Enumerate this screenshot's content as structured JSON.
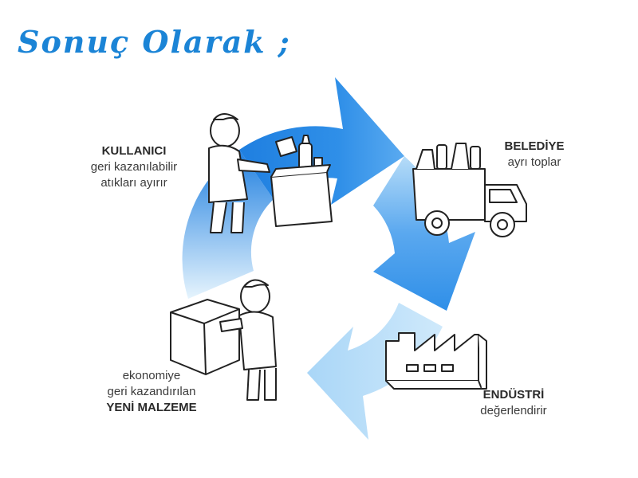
{
  "title": "Sonuç Olarak ;",
  "colors": {
    "title": "#1b84d6",
    "arrow_dark": "#1f7fe0",
    "arrow_mid": "#3d9bf0",
    "arrow_light": "#a9d6f7",
    "arrow_pale": "#cfe9fb",
    "line": "#222222"
  },
  "steps": [
    {
      "name": "KULLANICI",
      "lines": [
        "geri kazanılabilir",
        "atıkları ayırır"
      ],
      "icon": "person-sorting-bottles-icon"
    },
    {
      "name": "BELEDİYE",
      "lines": [
        "ayrı toplar"
      ],
      "icon": "truck-icon"
    },
    {
      "name": "ENDÜSTRİ",
      "lines": [
        "değerlendirir"
      ],
      "icon": "factory-icon"
    },
    {
      "name": "YENİ MALZEME",
      "lines": [
        "ekonomiye",
        "geri kazandırılan"
      ],
      "icon": "person-carrying-box-icon"
    }
  ]
}
